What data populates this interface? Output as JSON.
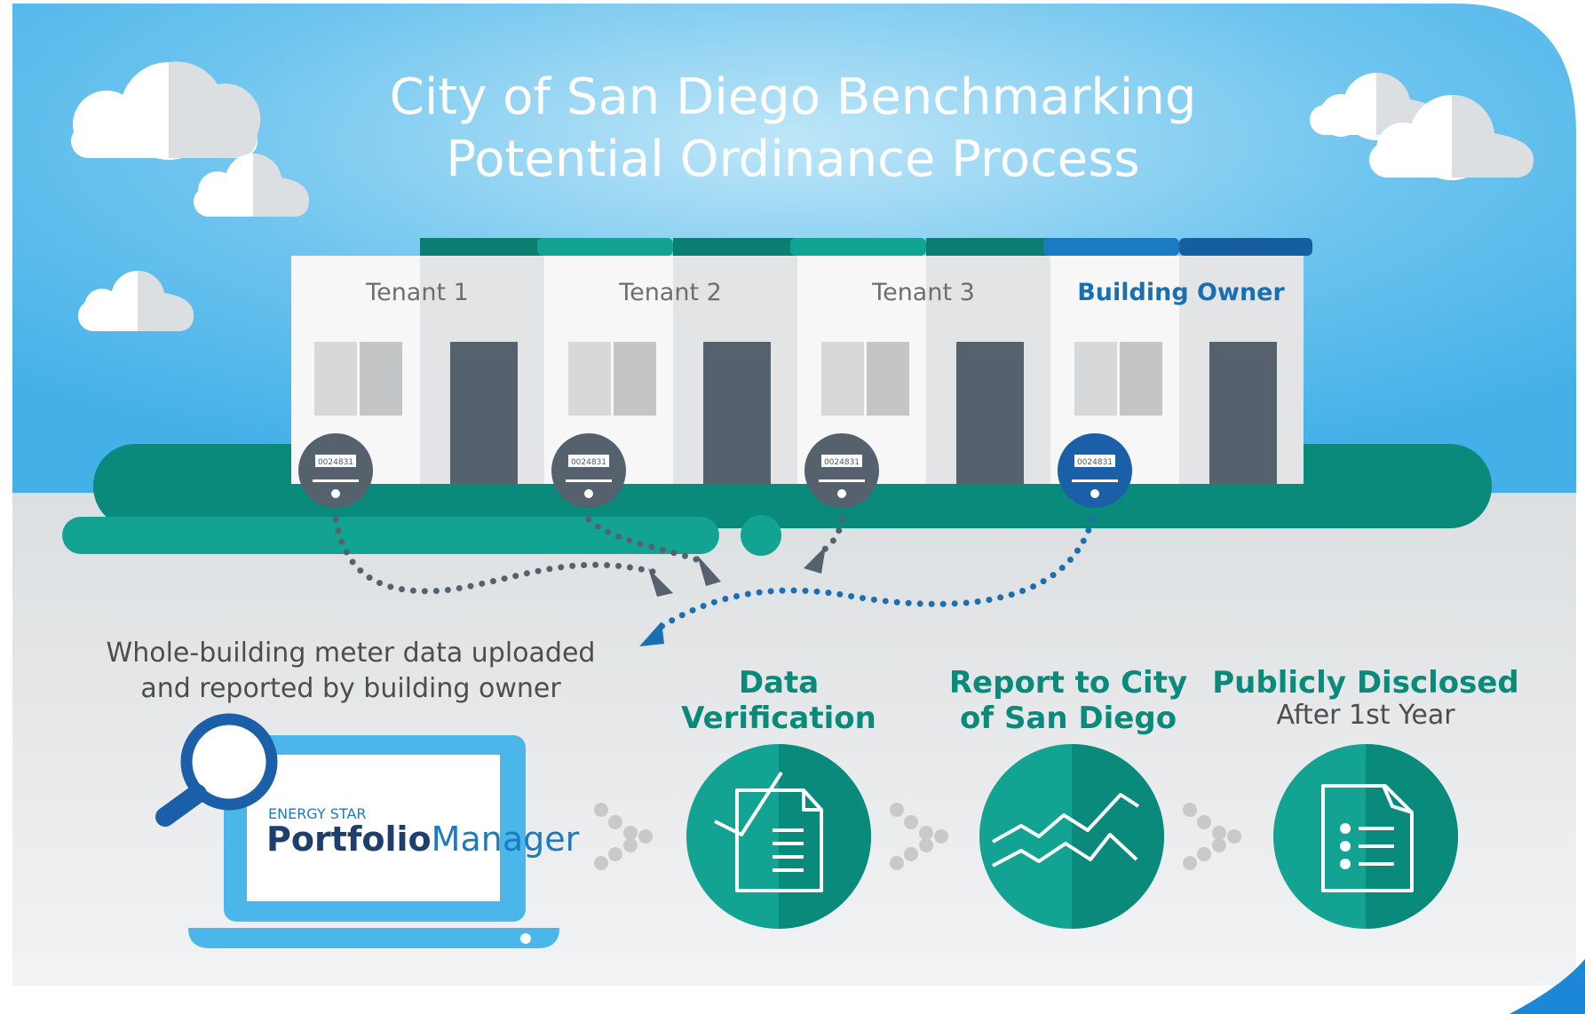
{
  "title": {
    "line1": "City of San Diego Benchmarking",
    "line2": "Potential Ordinance Process"
  },
  "units": [
    {
      "label": "Tenant 1",
      "meter_number": "0024831"
    },
    {
      "label": "Tenant 2",
      "meter_number": "0024831"
    },
    {
      "label": "Tenant 3",
      "meter_number": "0024831"
    },
    {
      "label": "Building Owner",
      "meter_number": "0024831"
    }
  ],
  "caption": {
    "line1": "Whole-building meter data uploaded",
    "line2": "and reported by building owner"
  },
  "portfolio_manager": {
    "brand_small": "ENERGY STAR",
    "brand_bold": "Portfolio",
    "brand_thin": "Manager"
  },
  "steps": [
    {
      "line1": "Data",
      "line2": "Verification",
      "icon": "document-check-icon"
    },
    {
      "line1": "Report to City",
      "line2": "of San Diego",
      "icon": "trend-lines-icon"
    },
    {
      "line1": "Publicly Disclosed",
      "line2": "After 1st Year",
      "icon": "document-list-icon"
    }
  ],
  "colors": {
    "sky": "#4ab6ea",
    "teal": "#0a8a7b",
    "teal_light": "#12a393",
    "blue": "#1b6fb0",
    "slate": "#55626e"
  }
}
